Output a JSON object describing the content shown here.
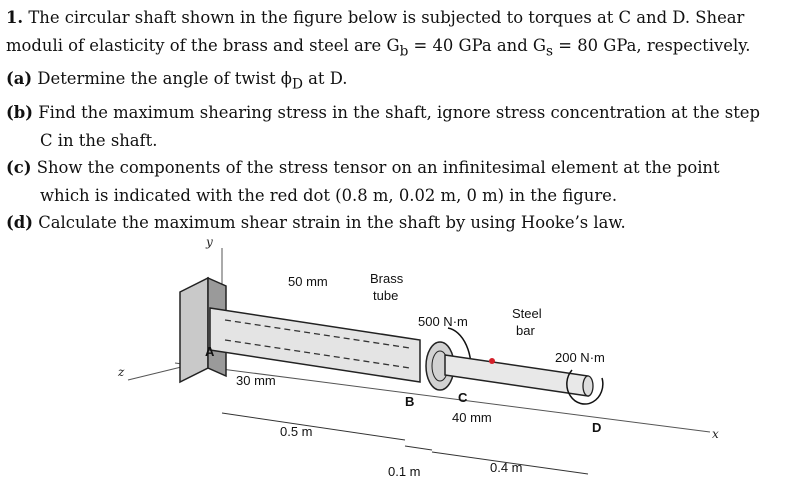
{
  "problem": {
    "number": "1.",
    "intro_line1": "The circular shaft shown in the figure below is subjected to torques at C and D. Shear",
    "intro_line2": "moduli of elasticity of the brass and steel are G",
    "intro_line2_sub_b": "b",
    "intro_line2_mid": " = 40 GPa and G",
    "intro_line2_sub_s": "s",
    "intro_line2_end": " = 80 GPa, respectively.",
    "parts": [
      {
        "label": "(a)",
        "lines": [
          "Determine the angle of twist ϕ",
          "D",
          " at D."
        ]
      },
      {
        "label": "(b)",
        "lines": [
          "Find the maximum shearing stress in the shaft, ignore stress concentration at the step",
          "C in the shaft."
        ]
      },
      {
        "label": "(c)",
        "lines": [
          "Show the components of the stress tensor on an infinitesimal element at the point",
          "which is indicated with the red dot (0.8 m, 0.02 m, 0 m) in the figure."
        ]
      },
      {
        "label": "(d)",
        "lines": [
          "Calculate the maximum shear strain in the shaft by using Hooke’s law."
        ]
      }
    ]
  },
  "figure": {
    "axis_y": "y",
    "axis_z": "z",
    "axis_x": "x",
    "dim_50mm": "50 mm",
    "brass_tube_line1": "Brass",
    "brass_tube_line2": "tube",
    "torque_c": "500 N·m",
    "steel_bar_line1": "Steel",
    "steel_bar_line2": "bar",
    "torque_d": "200 N·m",
    "label_a": "A",
    "label_b": "B",
    "label_c": "C",
    "label_d": "D",
    "dim_30mm": "30 mm",
    "dim_40mm": "40 mm",
    "len_ab": "0.5 m",
    "len_bc": "0.1 m",
    "len_cd": "0.4 m",
    "red_dot_color": "#d4202a"
  }
}
